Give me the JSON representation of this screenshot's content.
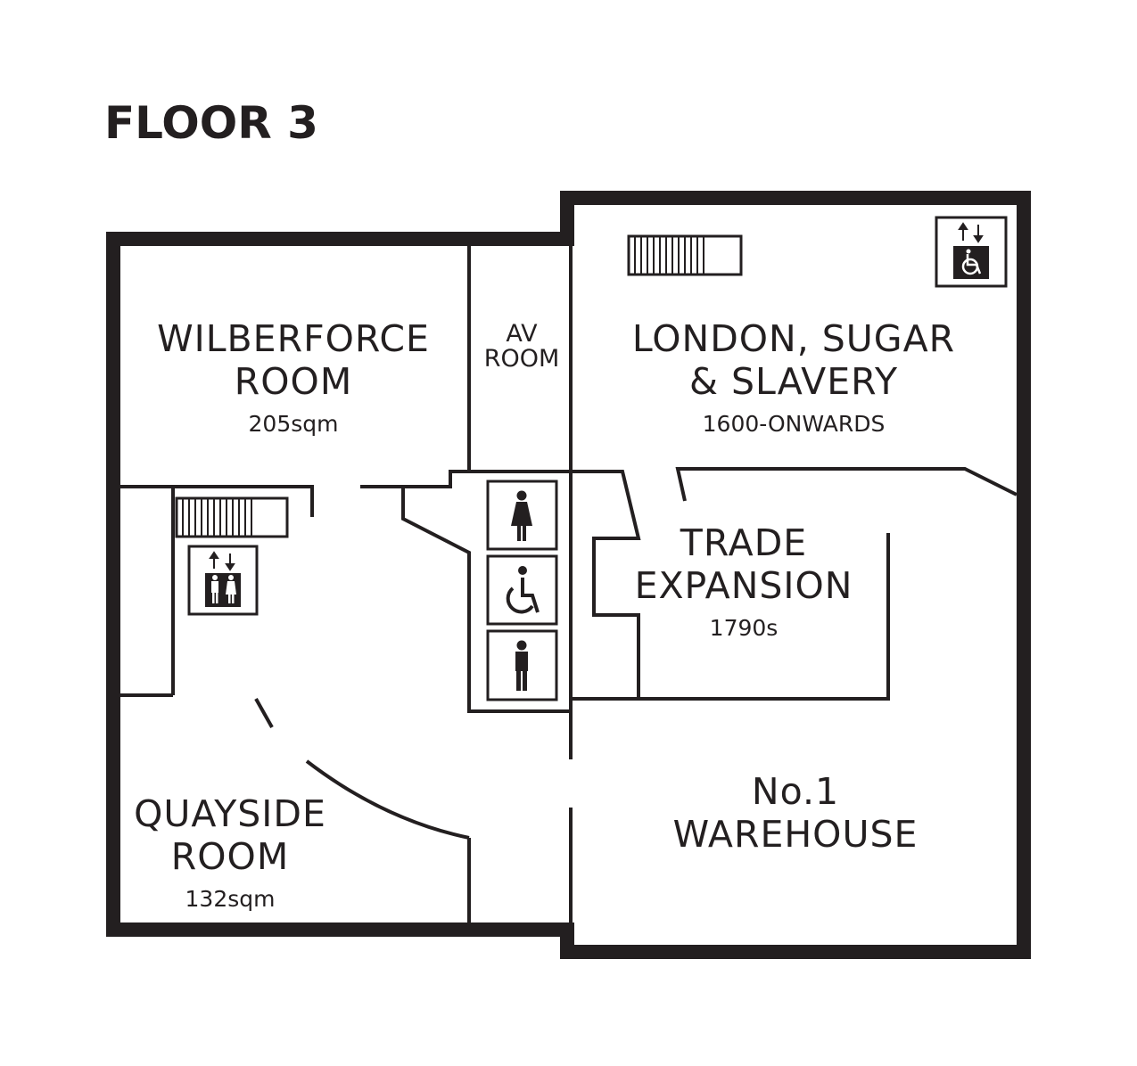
{
  "title": "FLOOR 3",
  "rooms": {
    "wilberforce": {
      "line1": "WILBERFORCE",
      "line2": "ROOM",
      "area": "205sqm"
    },
    "av_room": {
      "line1": "AV",
      "line2": "ROOM"
    },
    "london_sugar": {
      "line1": "LONDON, SUGAR",
      "line2": "& SLAVERY",
      "period": "1600-ONWARDS"
    },
    "trade_expansion": {
      "line1": "TRADE",
      "line2": "EXPANSION",
      "period": "1790s"
    },
    "quayside": {
      "line1": "QUAYSIDE",
      "line2": "ROOM",
      "area": "132sqm"
    },
    "warehouse": {
      "line1": "No.1",
      "line2": "WAREHOUSE"
    }
  },
  "icons": [
    "stairs-icon",
    "lift-icon",
    "accessible-lift-icon",
    "female-toilet-icon",
    "accessible-toilet-icon",
    "male-toilet-icon"
  ],
  "colors": {
    "ink": "#231f20",
    "background": "#ffffff"
  }
}
